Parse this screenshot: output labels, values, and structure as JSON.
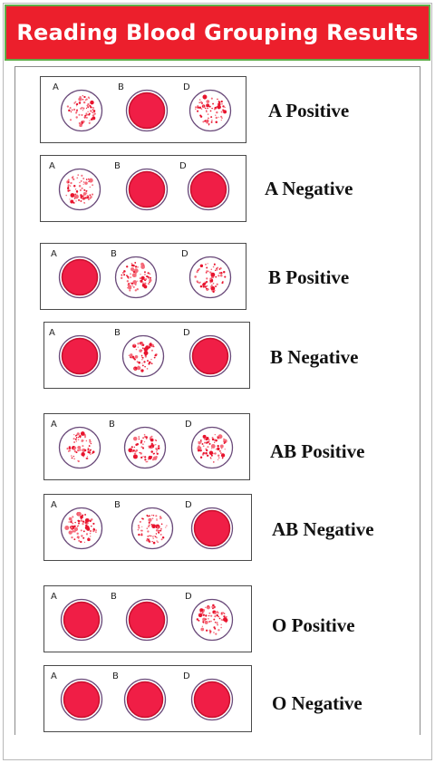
{
  "title": "Reading Blood Grouping Results",
  "colors": {
    "title_bg": "#ec1f2c",
    "title_border": "#5fae4a",
    "blood": "#ee1c3c",
    "well_ring": "#6a4a7a"
  },
  "well_labels": [
    "A",
    "B",
    "D"
  ],
  "rows": [
    {
      "result": "A Positive",
      "wells": [
        "agglutinated",
        "solid",
        "agglutinated"
      ]
    },
    {
      "result": "A Negative",
      "wells": [
        "agglutinated",
        "solid",
        "solid"
      ]
    },
    {
      "result": "B Positive",
      "wells": [
        "solid",
        "agglutinated",
        "agglutinated"
      ]
    },
    {
      "result": "B Negative",
      "wells": [
        "solid",
        "agglutinated",
        "solid"
      ]
    },
    {
      "result": "AB Positive",
      "wells": [
        "agglutinated",
        "agglutinated",
        "agglutinated"
      ]
    },
    {
      "result": "AB Negative",
      "wells": [
        "agglutinated",
        "agglutinated",
        "solid"
      ]
    },
    {
      "result": "O Positive",
      "wells": [
        "solid",
        "solid",
        "agglutinated"
      ]
    },
    {
      "result": "O Negative",
      "wells": [
        "solid",
        "solid",
        "solid"
      ]
    }
  ]
}
